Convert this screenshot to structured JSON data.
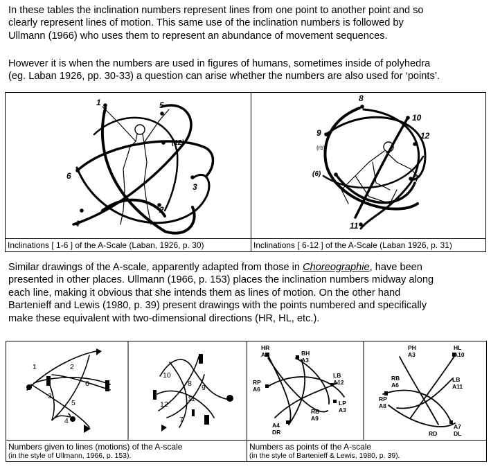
{
  "para1": {
    "lines": [
      "In these tables the inclination numbers represent lines from one point to another point and so",
      "clearly represent lines of motion.  This same use of the inclination numbers is followed by",
      "Ullmann (1966) who uses them to represent an abundance of movement sequences."
    ]
  },
  "para2": {
    "lines": [
      "However it is when the numbers are used in figures of humans, sometimes inside of polyhedra",
      "(eg. Laban 1926, pp. 30-33) a question can arise whether the numbers are also used for ‘points’."
    ]
  },
  "figure_top": {
    "left": {
      "caption": "Inclinations [ 1-6 ] of the A-Scale (Laban, 1926, p. 30)",
      "labels": [
        "1",
        "5",
        "(12)",
        "6",
        "3",
        "2",
        "4"
      ]
    },
    "right": {
      "caption": "Inclinations [ 6-12 ] of the A-Scale (Laban 1926, p. 31)",
      "labels": [
        "8",
        "10",
        "9",
        "(rb)",
        "12",
        "(6)",
        "7",
        "11"
      ]
    }
  },
  "para3": {
    "line1_before": "Similar drawings of the A-scale, apparently adapted from those in ",
    "line1_italic": "Choreographie",
    "line1_after": ", have been",
    "lines": [
      "presented in other places.  Ullmann (1966, p. 153) places the inclination numbers midway along",
      "each line, making it obvious that she intends them as lines of motion.   On the other hand",
      "Bartenieff and Lewis (1980, p. 39) present drawings with the points numbered and specifically",
      "make these equivalent with two-dimensional directions (HR, HL, etc.)."
    ]
  },
  "figure_bottom": {
    "left": {
      "caption": "Numbers given to lines (motions) of the A-scale",
      "subcaption": "(in the style of Ullmann, 1966, p. 153).",
      "labels_a": [
        "1",
        "2",
        "3",
        "6",
        "5",
        "4"
      ],
      "labels_b": [
        "10",
        "8",
        "9",
        "12",
        "11",
        "7"
      ]
    },
    "right": {
      "caption": "Numbers as points of the A-scale",
      "subcaption": "(in the style of Bartenieff & Lewis, 1980, p. 39).",
      "labels_a": [
        "HR",
        "A1",
        "BH",
        "A3",
        "RP",
        "A6",
        "LB",
        "A12",
        "LP",
        "A3",
        "RB",
        "A9",
        "A4",
        "DR"
      ],
      "labels_b": [
        "PH",
        "A3",
        "HL",
        "A10",
        "RB",
        "A6",
        "LB",
        "A11",
        "RP",
        "A8",
        "A7",
        "DL",
        "RD"
      ]
    }
  }
}
